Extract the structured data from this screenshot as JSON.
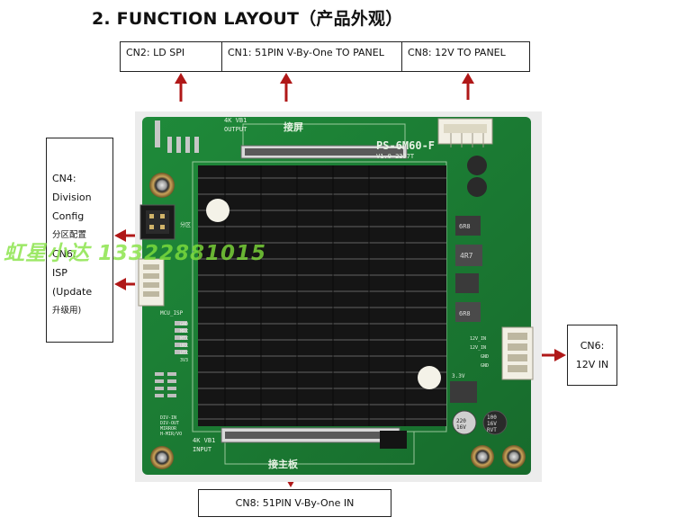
{
  "title": "2. FUNCTION LAYOUT",
  "title_cn": "（产品外观）",
  "top_labels": {
    "cn2": "CN2: LD SPI",
    "cn1": "CN1: 51PIN V-By-One TO PANEL",
    "cn8_top": "CN8: 12V TO PANEL"
  },
  "left_labels": {
    "cn4_lines": [
      "CN4:",
      "Division",
      "Config"
    ],
    "cn4_cn": "分区配置",
    "cn6_lines": [
      "CN6:",
      "ISP",
      "(Update"
    ],
    "cn6_cn": "升级用)"
  },
  "right_label": {
    "line1": "CN6:",
    "line2": "12V IN"
  },
  "bottom_label": "CN8: 51PIN V-By-One IN",
  "watermark": "虹星小达 13322881015",
  "board": {
    "top_silk": [
      "4K VB1",
      "OUTPUT"
    ],
    "top_cn": "接屏",
    "model": "PS-6M60-F",
    "version": "V1.0 2237T",
    "bottom_silk": [
      "4K VB1",
      "INPUT"
    ],
    "bottom_cn": "接主板",
    "mcu_isp": "MCU_ISP",
    "fen_qu": "分区",
    "div_labels": [
      "DIV-IN",
      "DIV-OUT",
      "MIRROR",
      "H-MIR/VO"
    ],
    "isp_pins": [
      "GND",
      "MRX",
      "MTX",
      "URX",
      "UTX",
      "3V3"
    ],
    "pwr_pins": [
      "12V_IN",
      "12V_IN",
      "GND",
      "GND"
    ],
    "label_3v3": "3.3V",
    "inductor_1": "6R8",
    "inductor_2": "4R7",
    "inductor_3": "6R8",
    "cap_1": [
      "220",
      "16V"
    ],
    "cap_2": [
      "100",
      "16V",
      "RVT"
    ]
  },
  "colors": {
    "arrow": "#b01818",
    "pcb": "#1d7a33",
    "heatsink": "#151515"
  }
}
